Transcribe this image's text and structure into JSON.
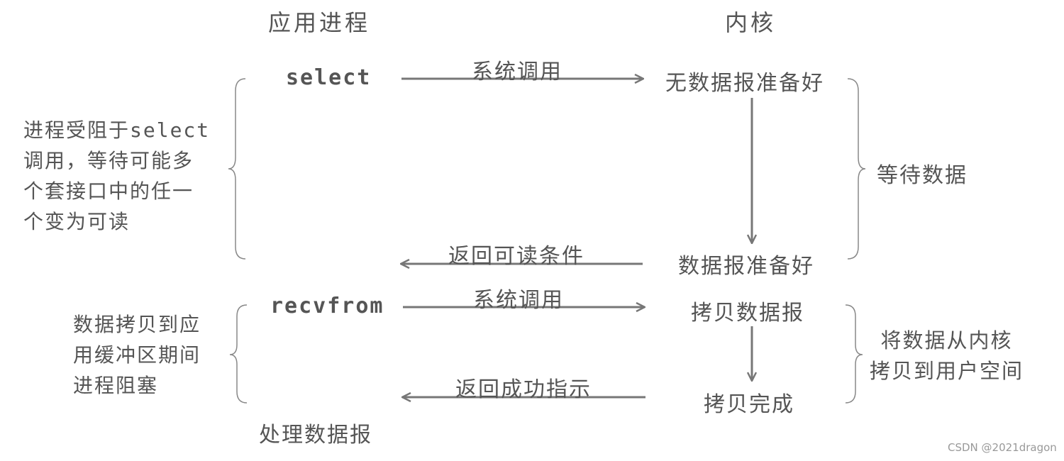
{
  "headers": {
    "app": "应用进程",
    "kernel": "内核"
  },
  "app_steps": {
    "select": "select",
    "recvfrom": "recvfrom",
    "process": "处理数据报"
  },
  "kernel_steps": {
    "no_datagram": "无数据报准备好",
    "datagram_ready": "数据报准备好",
    "copy_datagram": "拷贝数据报",
    "copy_done": "拷贝完成"
  },
  "arrow_labels": {
    "syscall_1": "系统调用",
    "return_readable": "返回可读条件",
    "syscall_2": "系统调用",
    "return_success": "返回成功指示"
  },
  "notes": {
    "blocked_select": "进程受阻于select\n调用，等待可能多\n个套接口中的任一\n个变为可读",
    "blocked_copy": "数据拷贝到应\n用缓冲区期间\n进程阻塞",
    "wait_data": "等待数据",
    "copy_to_user": "将数据从内核\n拷贝到用户空间"
  },
  "watermark": "CSDN @2021dragon",
  "colors": {
    "text": "#555555",
    "line": "#777777",
    "watermark": "#999999"
  }
}
